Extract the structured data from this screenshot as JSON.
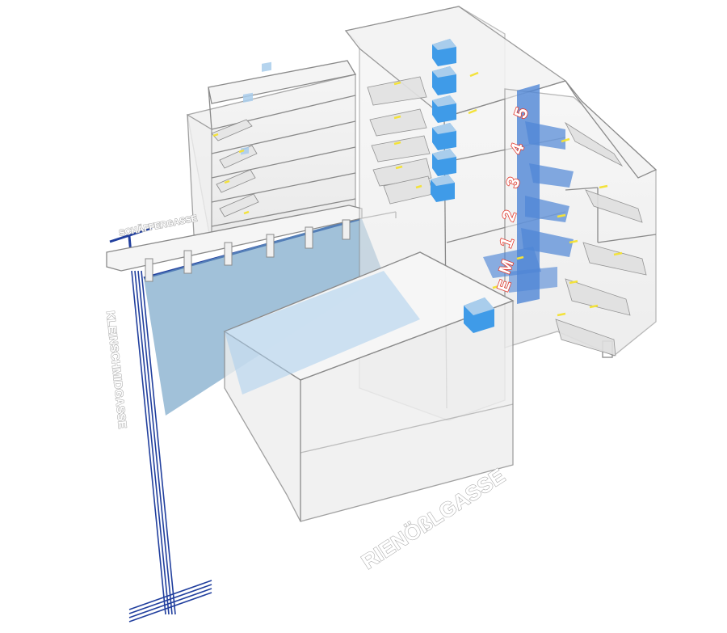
{
  "diagram": {
    "streets": {
      "top": "SCHÄFFERGASSE",
      "left": "KLEINSCHMIDGASSE",
      "bottom": "RIENÖßLGASSE"
    },
    "floors": [
      "5",
      "4",
      "3",
      "2",
      "1",
      "M",
      "E"
    ],
    "colors": {
      "outline": "#8a8a8a",
      "volume": "#e7e7e7",
      "courtyard": "#6f9fc4",
      "glass": "#a9cdec",
      "cube": "#3f9be8",
      "core": "#4f86d6",
      "street_line": "#213f9e",
      "accent": "#f3e23a",
      "floor_label": "#e33b2f"
    },
    "icons": [
      "stair-icon",
      "elevator-cube-icon"
    ]
  }
}
